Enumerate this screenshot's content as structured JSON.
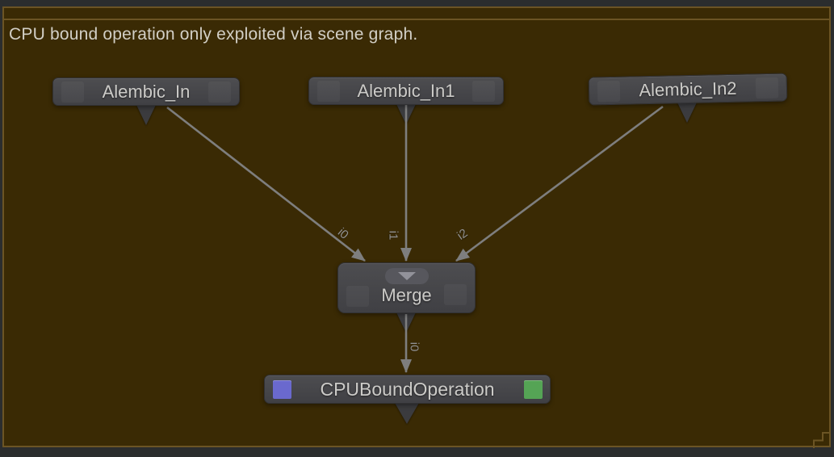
{
  "backdrop": {
    "title": "CPU bound operation only exploited via scene graph."
  },
  "graph": {
    "nodes": [
      {
        "label": "Alembic_In"
      },
      {
        "label": "Alembic_In1"
      },
      {
        "label": "Alembic_In2"
      },
      {
        "label": "Merge"
      },
      {
        "label": "CPUBoundOperation"
      }
    ],
    "edges": [
      {
        "from": "Alembic_In",
        "to": "Merge",
        "input_label": "i0"
      },
      {
        "from": "Alembic_In1",
        "to": "Merge",
        "input_label": "i1"
      },
      {
        "from": "Alembic_In2",
        "to": "Merge",
        "input_label": "i2"
      },
      {
        "from": "Merge",
        "to": "CPUBoundOperation",
        "input_label": "i0"
      }
    ]
  },
  "colors": {
    "canvas_bg": "#2b2d2e",
    "backdrop_fill": "#3a2a04",
    "backdrop_border": "#6b5424",
    "node_fill": "#46464a",
    "node_text": "#cccbc8",
    "edge": "#7e7e7e",
    "edge_label": "#919191",
    "blue_flag": "#6a69ce",
    "green_flag": "#55a455"
  }
}
